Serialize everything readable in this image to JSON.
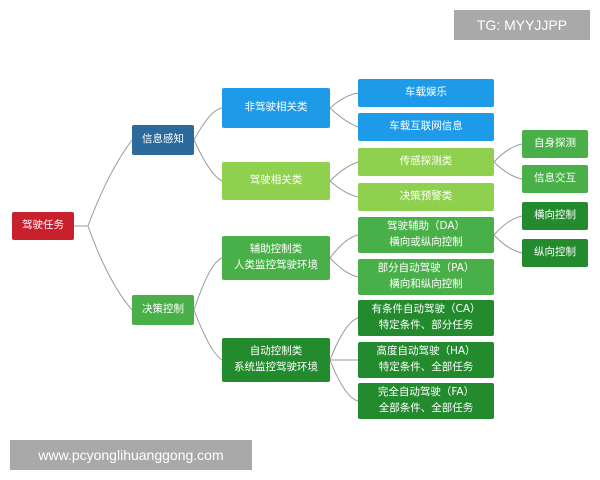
{
  "watermarks": {
    "tag": "TG: MYYJJPP",
    "url": "www.pcyonglihuanggong.com"
  },
  "root": "驾驶任务",
  "level1": {
    "perception": "信息感知",
    "decision": "决策控制"
  },
  "level2": {
    "non_driving": "非驾驶相关类",
    "driving": "驾驶相关类",
    "assist": [
      "辅助控制类",
      "人类监控驾驶环境"
    ],
    "auto": [
      "自动控制类",
      "系统监控驾驶环境"
    ]
  },
  "level3": {
    "infotainment": "车载娱乐",
    "connected": "车载互联网信息",
    "sensing": "传感探测类",
    "warning": "决策预警类",
    "da": [
      "驾驶辅助（DA）",
      "横向或纵向控制"
    ],
    "pa": [
      "部分自动驾驶（PA）",
      "横向和纵向控制"
    ],
    "ca": [
      "有条件自动驾驶（CA）",
      "特定条件、部分任务"
    ],
    "ha": [
      "高度自动驾驶（HA）",
      "特定条件、全部任务"
    ],
    "fa": [
      "完全自动驾驶（FA）",
      "全部条件、全部任务"
    ]
  },
  "level4": {
    "self_sensing": "自身探测",
    "info_exchange": "信息交互",
    "lateral": "横向控制",
    "longitudinal": "纵向控制"
  },
  "colors": {
    "root": "#c8202c",
    "level1": "#2a6a9c",
    "non_driving": "#1e9be8",
    "driving": "#8fd14f",
    "control": "#49b049",
    "automation": "#238a2e",
    "connector": "#9a9a9a"
  }
}
